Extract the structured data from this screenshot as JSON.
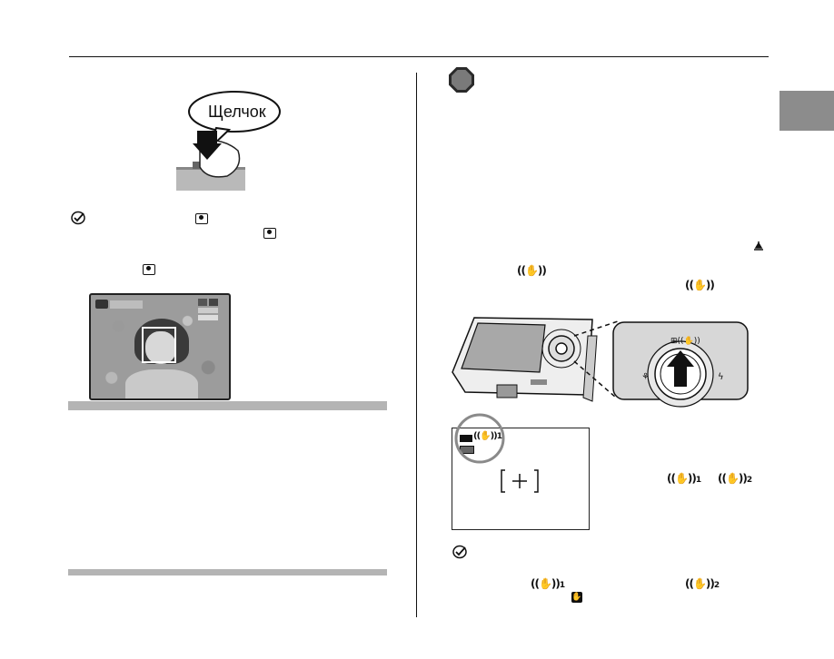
{
  "callout": {
    "text": "Щелчок"
  },
  "icons": {
    "note": "pencil-check-icon",
    "face_detection": "face-frame-icon",
    "stabilization": "hand-shake-icon",
    "section_marker": "hexagon-icon"
  },
  "stabilization_modes": {
    "mode1_sub": "1",
    "mode2_sub": "2"
  },
  "colors": {
    "grey_bar": "#b4b4b4",
    "side_tab": "#8c8c8c",
    "hexagon": "#6f6f6f"
  }
}
